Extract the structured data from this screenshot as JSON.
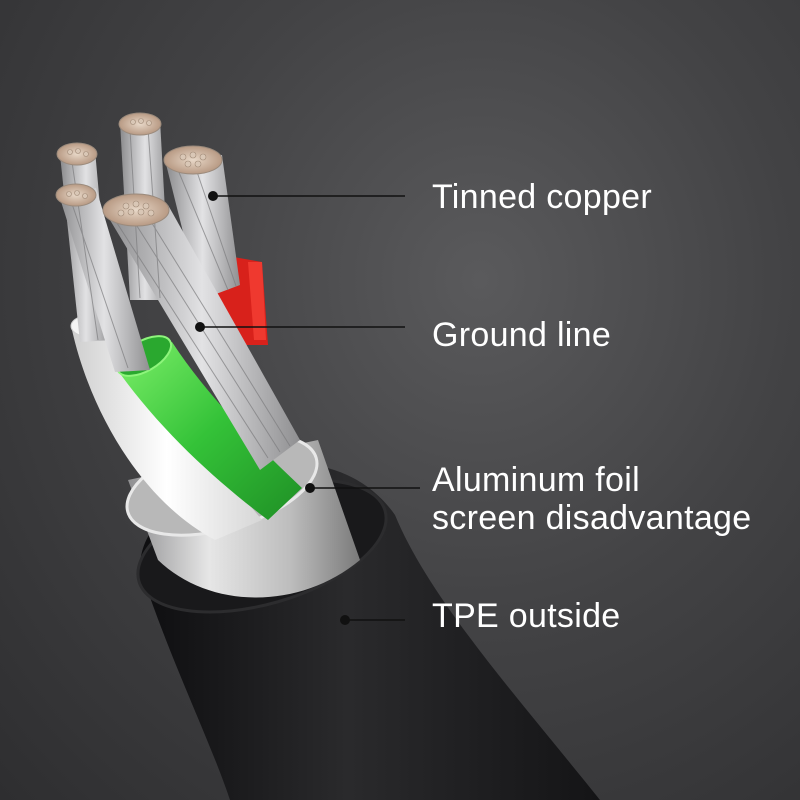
{
  "callouts": {
    "tinned_copper": "Tinned copper",
    "ground_line": "Ground line",
    "aluminum_foil_line1": "Aluminum foil",
    "aluminum_foil_line2": "screen disadvantage",
    "tpe_outside": "TPE outside"
  },
  "colors": {
    "background": "#454547",
    "jacket": "#1c1c1e",
    "foil": "#cfcfcf",
    "white_wire": "#eeeeee",
    "green_wire": "#39c23c",
    "red_wire": "#d8211b",
    "copper_strands": "#c9c9cb",
    "label_text": "#ffffff",
    "leader_line": "#111111"
  }
}
